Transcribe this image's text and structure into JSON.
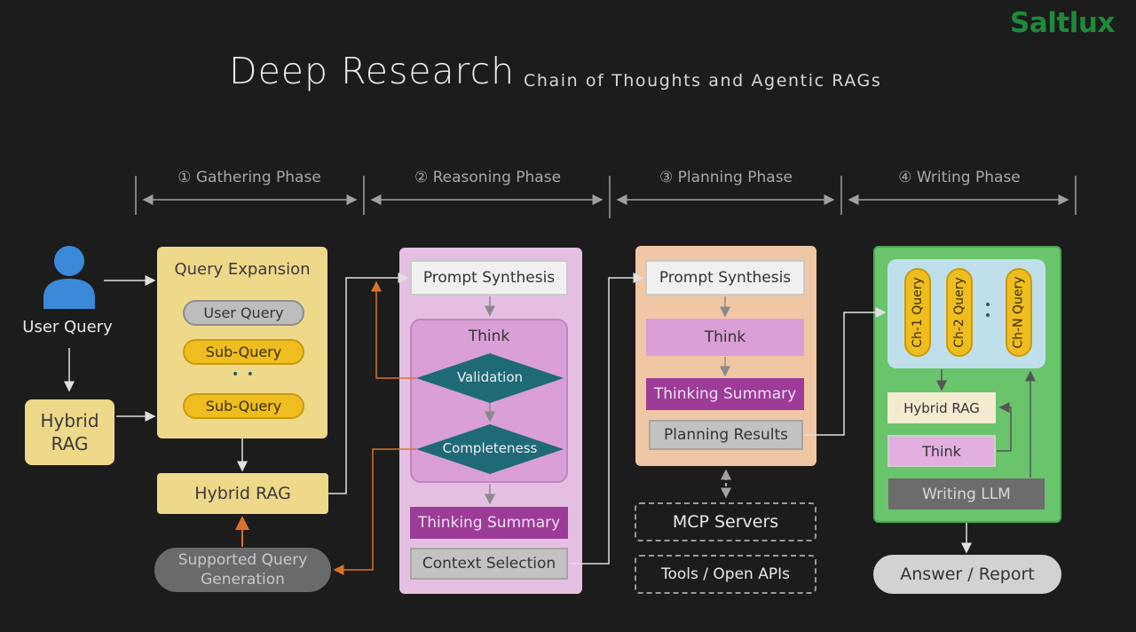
{
  "brand": "Saltlux",
  "title": "Deep Research",
  "subtitle": "Chain of Thoughts and Agentic RAGs",
  "phases": [
    "① Gathering Phase",
    "② Reasoning Phase",
    "③ Planning Phase",
    "④ Writing Phase"
  ],
  "user_query": "User Query",
  "left_hybrid_rag": "Hybrid RAG",
  "gathering": {
    "title": "Query Expansion",
    "user_query": "User Query",
    "sub_query_1": "Sub-Query",
    "dots": "• •",
    "sub_query_2": "Sub-Query",
    "hybrid_rag": "Hybrid RAG",
    "supported_query": "Supported Query Generation"
  },
  "reasoning": {
    "prompt_synthesis": "Prompt Synthesis",
    "think": "Think",
    "validation": "Validation",
    "completeness": "Completeness",
    "thinking_summary": "Thinking Summary",
    "context_selection": "Context Selection"
  },
  "planning": {
    "prompt_synthesis": "Prompt Synthesis",
    "think": "Think",
    "thinking_summary": "Thinking Summary",
    "planning_results": "Planning Results",
    "mcp_servers": "MCP Servers",
    "tools": "Tools / Open APIs"
  },
  "writing": {
    "ch1": "Ch-1 Query",
    "ch2": "Ch-2 Query",
    "dots": "• •",
    "chn": "Ch-N Query",
    "hybrid_rag": "Hybrid RAG",
    "think": "Think",
    "writing_llm": "Writing LLM",
    "answer": "Answer / Report"
  },
  "colors": {
    "background": "#1c1c1c",
    "gathering_panel": "#eed98a",
    "reasoning_panel": "#e5bfe1",
    "think_purple": "#d99fd6",
    "summary_purple": "#9c3c98",
    "diamond_teal": "#1f6a77",
    "planning_panel": "#f0c7a4",
    "writing_panel": "#69c46c",
    "chapter_panel": "#bfe0ea",
    "query_gold": "#efbd1e",
    "feedback_orange": "#d9732b"
  }
}
